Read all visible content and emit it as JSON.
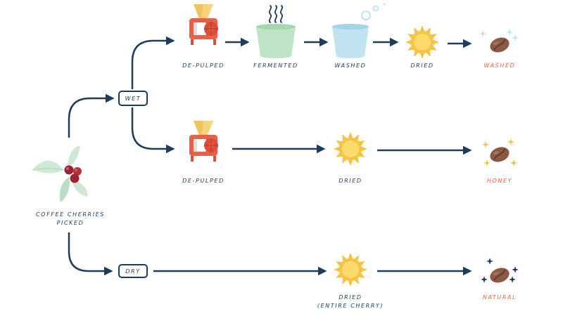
{
  "start": {
    "label_line1": "Coffee cherries",
    "label_line2": "picked"
  },
  "branches": {
    "wet": "Wet",
    "dry": "Dry"
  },
  "washed_row": {
    "steps": [
      "De-pulped",
      "Fermented",
      "Washed",
      "Dried"
    ],
    "result": "Washed"
  },
  "honey_row": {
    "steps": [
      "De-pulped",
      "Dried"
    ],
    "result": "Honey"
  },
  "natural_row": {
    "step_line1": "Dried",
    "step_line2": "(entire cherry)",
    "result": "Natural"
  },
  "colors": {
    "line": "#1d3b5c",
    "accent": "#e8623f",
    "sun": "#f6c343",
    "pulper": "#e9604a",
    "funnel": "#f7d37d",
    "fermenter": "#bfe3c6",
    "water": "#bfe3ef",
    "bean": "#8a5a44"
  },
  "icons": [
    "leaf-cherry-icon",
    "pulper-icon",
    "fermenter-bowl-icon",
    "washing-bowl-icon",
    "sun-icon",
    "coffee-bean-icon"
  ]
}
